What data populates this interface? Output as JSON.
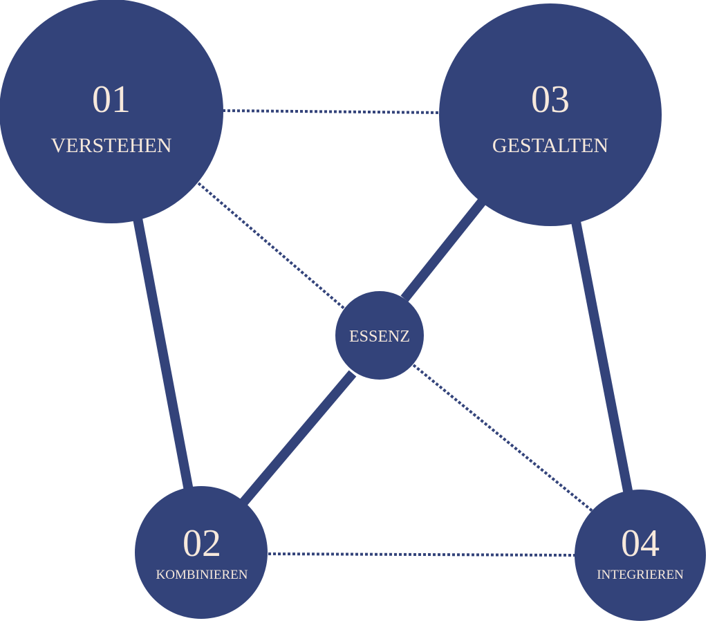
{
  "colors": {
    "node_fill": "#33437a",
    "line": "#33437a",
    "text": "#f7e9dc",
    "background": "#ffffff"
  },
  "nodes": {
    "verstehen": {
      "number": "01",
      "label": "VERSTEHEN"
    },
    "kombinieren": {
      "number": "02",
      "label": "KOMBINIEREN"
    },
    "gestalten": {
      "number": "03",
      "label": "GESTALTEN"
    },
    "integrieren": {
      "number": "04",
      "label": "INTEGRIEREN"
    },
    "essenz": {
      "label": "ESSENZ"
    }
  },
  "connections": [
    {
      "from": "verstehen",
      "to": "kombinieren",
      "style": "solid"
    },
    {
      "from": "gestalten",
      "to": "integrieren",
      "style": "solid"
    },
    {
      "from": "gestalten",
      "to": "essenz",
      "style": "solid"
    },
    {
      "from": "essenz",
      "to": "kombinieren",
      "style": "solid"
    },
    {
      "from": "verstehen",
      "to": "gestalten",
      "style": "dotted"
    },
    {
      "from": "kombinieren",
      "to": "integrieren",
      "style": "dotted"
    },
    {
      "from": "verstehen",
      "to": "essenz",
      "style": "dotted"
    },
    {
      "from": "essenz",
      "to": "integrieren",
      "style": "dotted"
    }
  ]
}
